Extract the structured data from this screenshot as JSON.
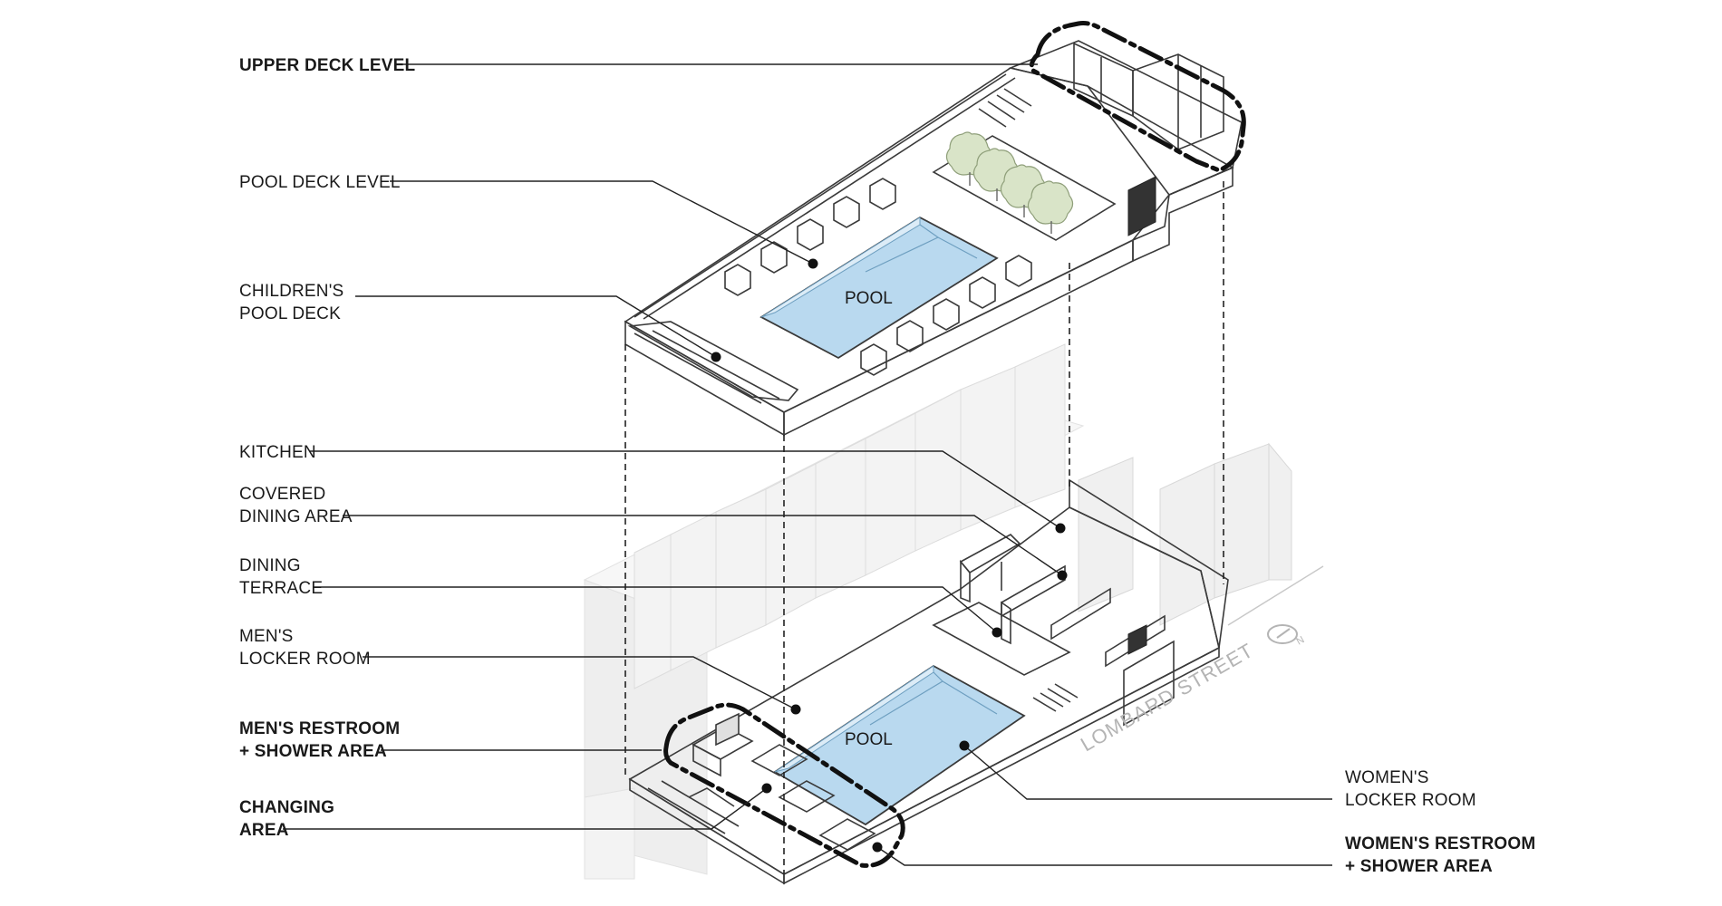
{
  "labels": {
    "upper_deck": "UPPER DECK LEVEL",
    "pool_deck": "POOL DECK LEVEL",
    "childrens_line1": "CHILDREN'S",
    "childrens_line2": "POOL DECK",
    "kitchen": "KITCHEN",
    "covered_line1": "COVERED",
    "covered_line2": "DINING AREA",
    "dining_line1": "DINING",
    "dining_line2": "TERRACE",
    "mens_locker_line1": "MEN'S",
    "mens_locker_line2": "LOCKER ROOM",
    "mens_restroom_line1": "MEN'S RESTROOM",
    "mens_restroom_line2": "+ SHOWER AREA",
    "changing_line1": "CHANGING",
    "changing_line2": "AREA",
    "womens_locker_line1": "WOMEN'S",
    "womens_locker_line2": "LOCKER ROOM",
    "womens_restroom_line1": "WOMEN'S RESTROOM",
    "womens_restroom_line2": "+ SHOWER AREA",
    "pool_upper": "POOL",
    "pool_lower": "POOL",
    "street": "LOMBARD STREET",
    "north": "N"
  },
  "colors": {
    "pool_water": "#b9d9ef",
    "pool_edge": "#6e9fc0",
    "tree": "#d9e4c8",
    "building": "#f2f2f2",
    "building_shade": "#dedede",
    "ink": "#1a1a1a"
  }
}
